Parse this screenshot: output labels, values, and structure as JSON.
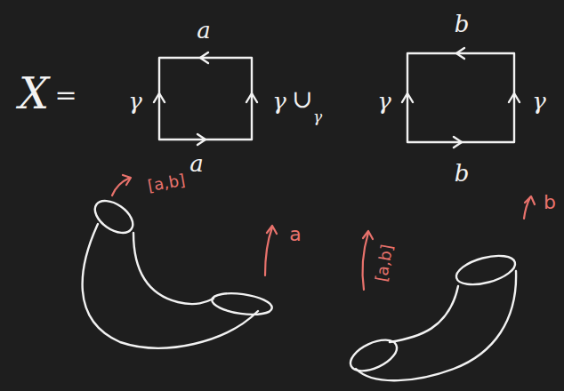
{
  "diagram": {
    "labels": [
      "X",
      "=",
      "a",
      "γ",
      "γ",
      "a",
      "∪",
      "γ",
      "γ",
      "b",
      "γ",
      "b",
      "[a,b]",
      "a",
      "[a,b]",
      "b"
    ]
  }
}
